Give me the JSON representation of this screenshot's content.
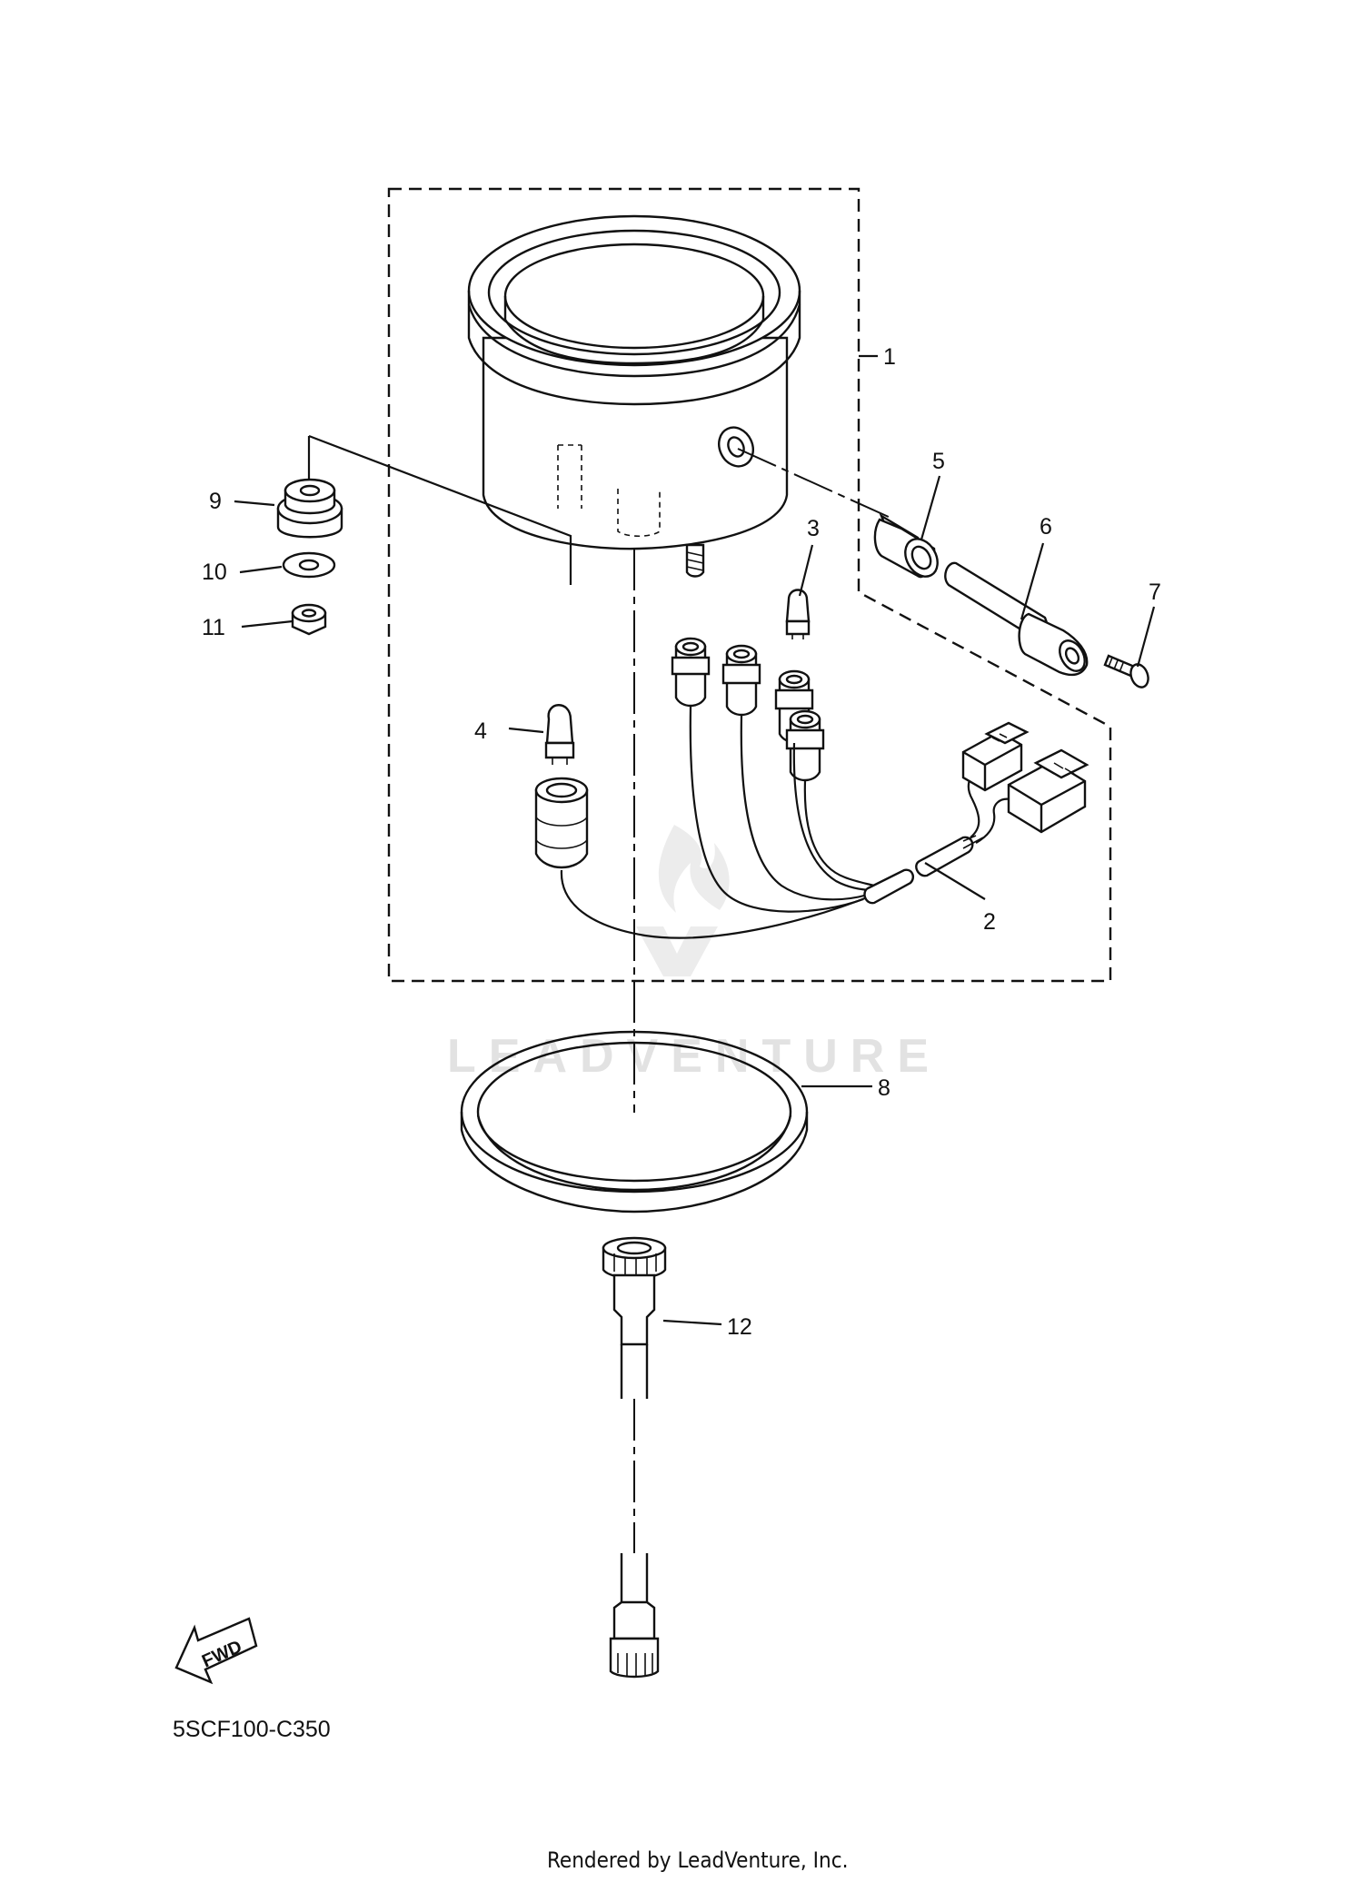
{
  "callouts": [
    {
      "id": "1",
      "label": "1"
    },
    {
      "id": "2",
      "label": "2"
    },
    {
      "id": "3",
      "label": "3"
    },
    {
      "id": "4",
      "label": "4"
    },
    {
      "id": "5",
      "label": "5"
    },
    {
      "id": "6",
      "label": "6"
    },
    {
      "id": "7",
      "label": "7"
    },
    {
      "id": "8",
      "label": "8"
    },
    {
      "id": "9",
      "label": "9"
    },
    {
      "id": "10",
      "label": "10"
    },
    {
      "id": "11",
      "label": "11"
    },
    {
      "id": "12",
      "label": "12"
    }
  ],
  "fwd_label": "FWD",
  "diagram_code": "5SCF100-C350",
  "watermark": "LEADVENTURE",
  "footer": "Rendered by LeadVenture, Inc."
}
